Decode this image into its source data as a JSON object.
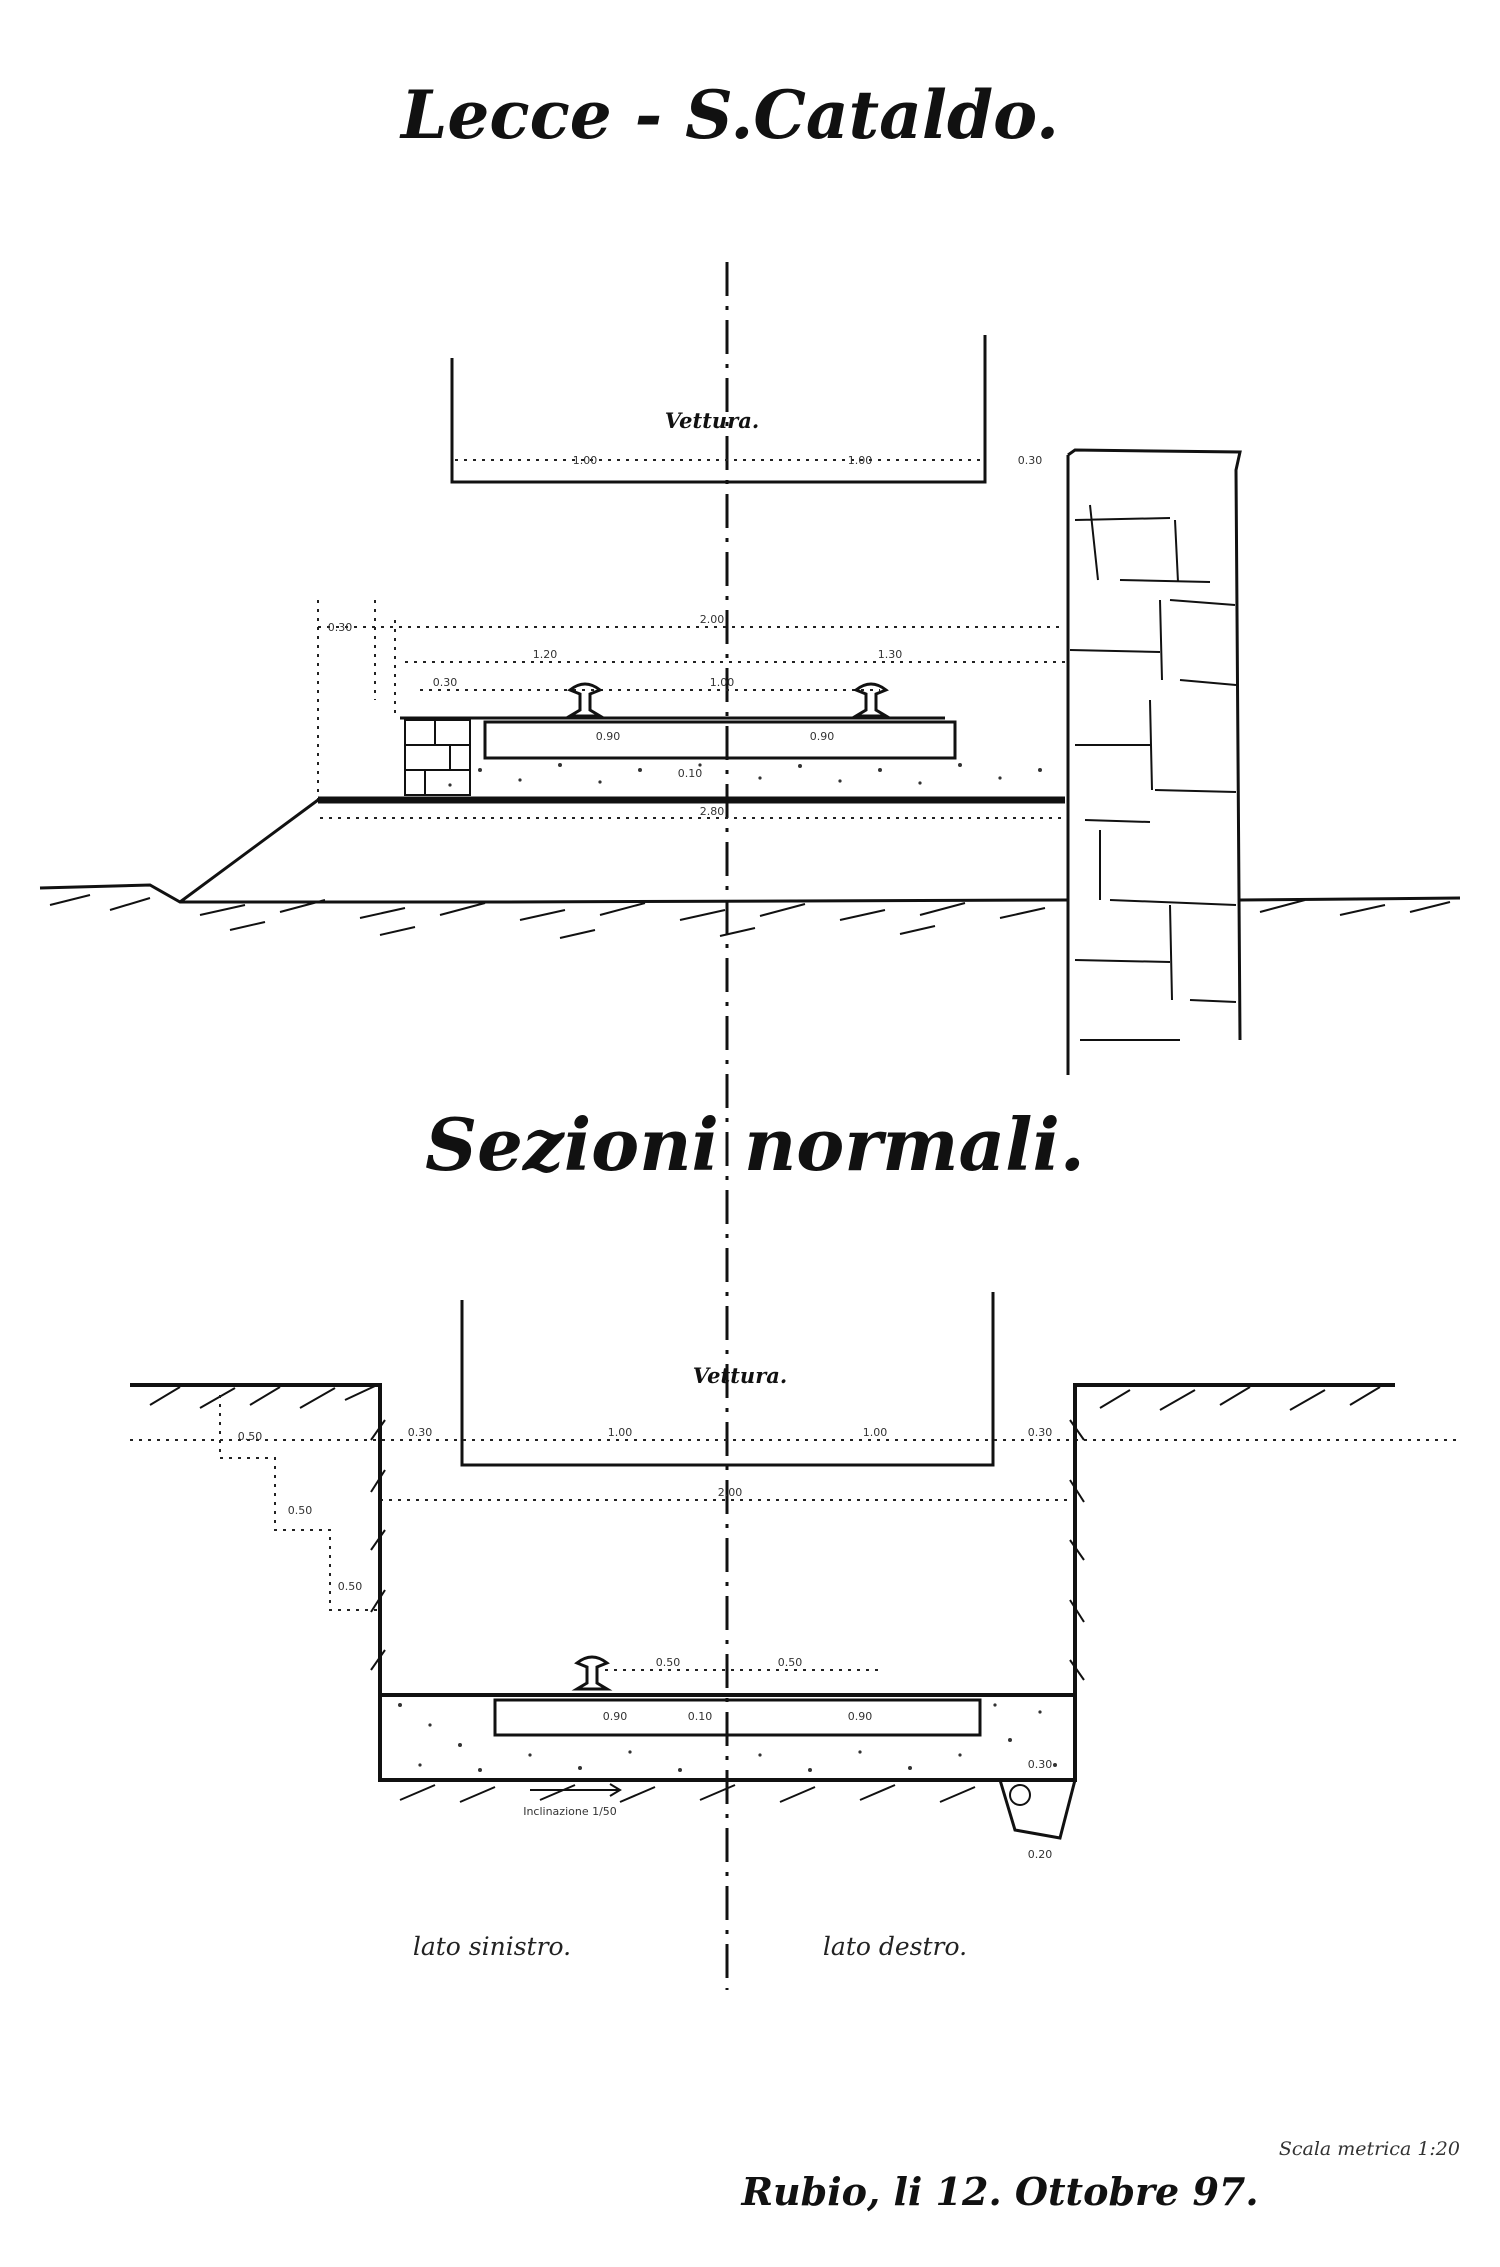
{
  "drawing": {
    "title": "Lecce - S.Cataldo.",
    "subtitle": "Sezioni normali.",
    "upper_section": {
      "vehicle_label": "Vettura.",
      "dimensions": {
        "vehicle_left": "1.00",
        "vehicle_right": "1.00",
        "wall_gap": "0.30",
        "total_top": "2.00",
        "left_offset": "0.30",
        "left_width": "1.20",
        "right_width": "1.30",
        "gauge": "1.00",
        "shoulder": "0.30",
        "sleeper_left": "0.90",
        "sleeper_right": "0.90",
        "ballast_depth": "0.10",
        "base_width": "2.80"
      }
    },
    "lower_section": {
      "vehicle_label": "Vettura.",
      "dimensions": {
        "vehicle_left": "1.00",
        "vehicle_right": "1.00",
        "left_gap": "0.30",
        "right_gap": "0.30",
        "total_width": "2.00",
        "step_1": "0.50",
        "step_2": "0.50",
        "step_3": "0.50",
        "gauge_left": "0.50",
        "gauge_right": "0.50",
        "sleeper_left": "0.90",
        "sleeper_mid": "0.10",
        "sleeper_right": "0.90",
        "ditch_depth": "0.30",
        "ditch_base": "0.20"
      },
      "slope_label": "Inclinazione 1/50",
      "left_side_label": "lato sinistro.",
      "right_side_label": "lato destro."
    },
    "scale_note": "Scala metrica 1:20",
    "signature": "Rubio, li 12. Ottobre 97."
  }
}
